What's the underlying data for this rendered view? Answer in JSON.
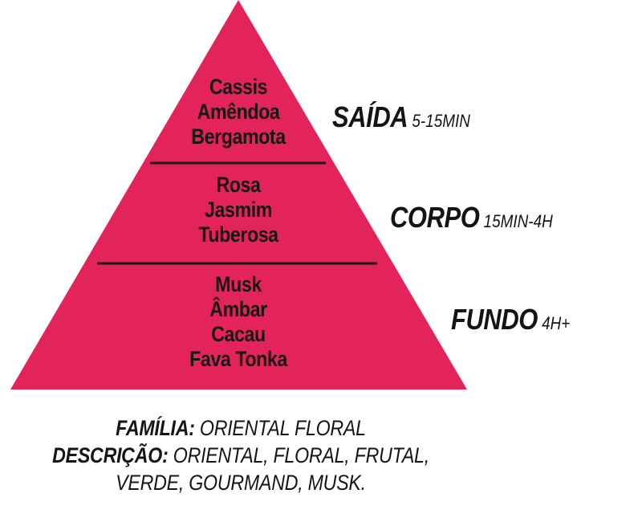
{
  "colors": {
    "pyramid_fill": "#E2245A",
    "divider": "#1a1a1a",
    "text": "#151515"
  },
  "pyramid": {
    "tiers": [
      {
        "notes": [
          "Cassis",
          "Amêndoa",
          "Bergamota"
        ],
        "stage": "SAÍDA",
        "time": "5-15MIN"
      },
      {
        "notes": [
          "Rosa",
          "Jasmim",
          "Tuberosa"
        ],
        "stage": "CORPO",
        "time": "15MIN-4H"
      },
      {
        "notes": [
          "Musk",
          "Âmbar",
          "Cacau",
          "Fava Tonka"
        ],
        "stage": "FUNDO",
        "time": "4H+"
      }
    ]
  },
  "info": {
    "family_label": "FAMÍLIA:",
    "family_value": "ORIENTAL FLORAL",
    "description_label": "DESCRIÇÃO:",
    "description_line1": "ORIENTAL, FLORAL, FRUTAL,",
    "description_line2": "VERDE, GOURMAND, MUSK."
  }
}
